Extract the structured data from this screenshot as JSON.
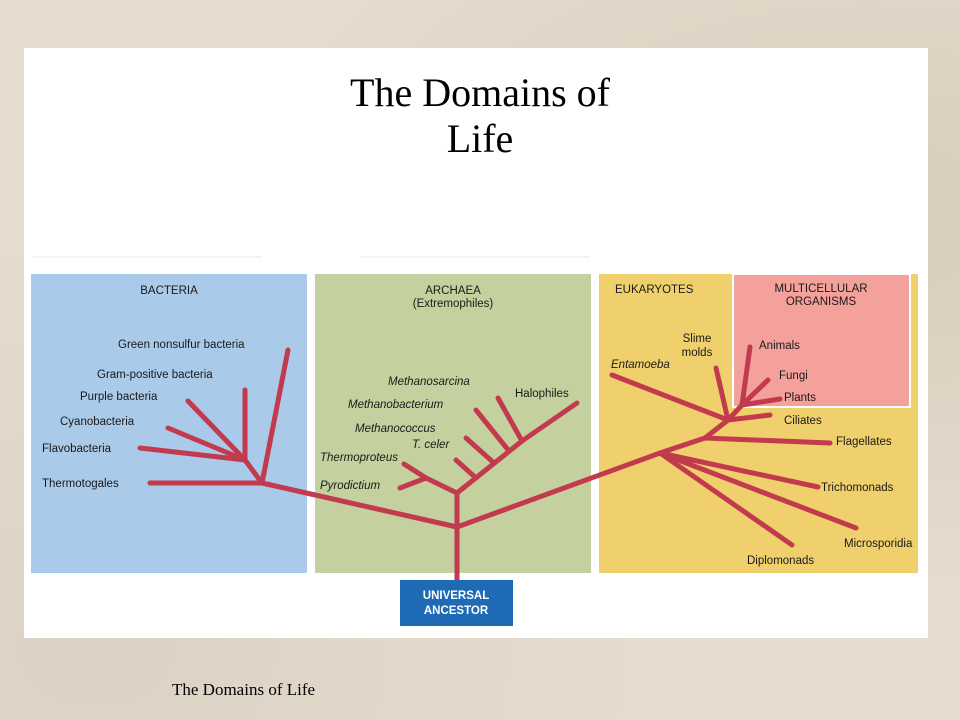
{
  "title": {
    "line1": "The Domains of",
    "line2": "Life"
  },
  "footer": "The Domains of Life",
  "colors": {
    "bacteria_panel": "#a9cae9",
    "archaea_panel": "#c4d19e",
    "eukaryotes_panel": "#f0d06d",
    "multicellular_panel": "#f4a19b",
    "branch": "#c23a4d",
    "ancestor_box": "#1f6ab4"
  },
  "panels": {
    "bacteria": {
      "heading": "BACTERIA"
    },
    "archaea": {
      "heading_line1": "ARCHAEA",
      "heading_line2": "(Extremophiles)"
    },
    "eukaryotes": {
      "heading": "EUKARYOTES"
    },
    "multicellular": {
      "heading_line1": "MULTICELLULAR",
      "heading_line2": "ORGANISMS"
    }
  },
  "ancestor": {
    "line1": "UNIVERSAL",
    "line2": "ANCESTOR"
  },
  "taxa": {
    "green_nonsulfur": "Green nonsulfur bacteria",
    "gram_positive": "Gram-positive bacteria",
    "purple": "Purple bacteria",
    "cyanobacteria": "Cyanobacteria",
    "flavobacteria": "Flavobacteria",
    "thermotogales": "Thermotogales",
    "methanosarcina": "Methanosarcina",
    "methanobacterium": "Methanobacterium",
    "halophiles": "Halophiles",
    "methanococcus": "Methanococcus",
    "t_celer": "T. celer",
    "thermoproteus": "Thermoproteus",
    "pyrodictium": "Pyrodictium",
    "slime_molds_line1": "Slime",
    "slime_molds_line2": "molds",
    "entamoeba": "Entamoeba",
    "animals": "Animals",
    "fungi": "Fungi",
    "plants": "Plants",
    "ciliates": "Ciliates",
    "flagellates": "Flagellates",
    "trichomonads": "Trichomonads",
    "microsporidia": "Microsporidia",
    "diplomonads": "Diplomonads"
  }
}
